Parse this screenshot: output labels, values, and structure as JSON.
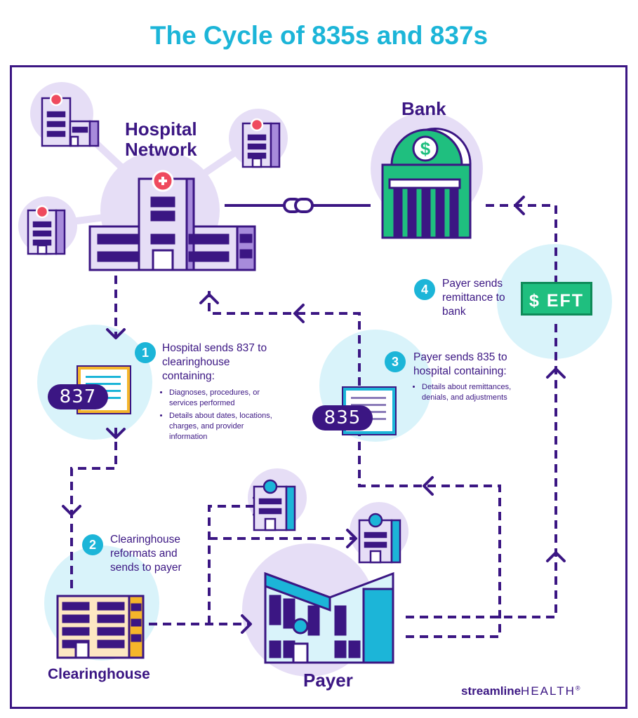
{
  "title": "The Cycle of 835s and 837s",
  "labels": {
    "hospital_network": "Hospital\nNetwork",
    "bank": "Bank",
    "clearinghouse": "Clearinghouse",
    "payer": "Payer"
  },
  "badges": {
    "b837": "837",
    "b835": "835",
    "eft_symbol": "$",
    "eft": "EFT"
  },
  "steps": [
    {
      "number": "1",
      "text": "Hospital sends 837 to clearinghouse containing:",
      "bullets": [
        "Diagnoses, procedures, or services performed",
        "Details about dates, locations, charges, and provider information"
      ]
    },
    {
      "number": "2",
      "text": "Clearinghouse reformats and sends to payer",
      "bullets": []
    },
    {
      "number": "3",
      "text": "Payer sends 835 to hospital containing:",
      "bullets": [
        "Details about remittances, denials, and adjustments"
      ]
    },
    {
      "number": "4",
      "text": "Payer sends remittance to bank",
      "bullets": []
    }
  ],
  "logo": {
    "bold": "streamline",
    "light": "HEALTH",
    "mark": "®"
  },
  "colors": {
    "purple": "#3b1683",
    "cyan": "#1cb5d8",
    "light_purple": "#e6def6",
    "light_cyan": "#d9f3fa",
    "green": "#1fbf7f"
  }
}
